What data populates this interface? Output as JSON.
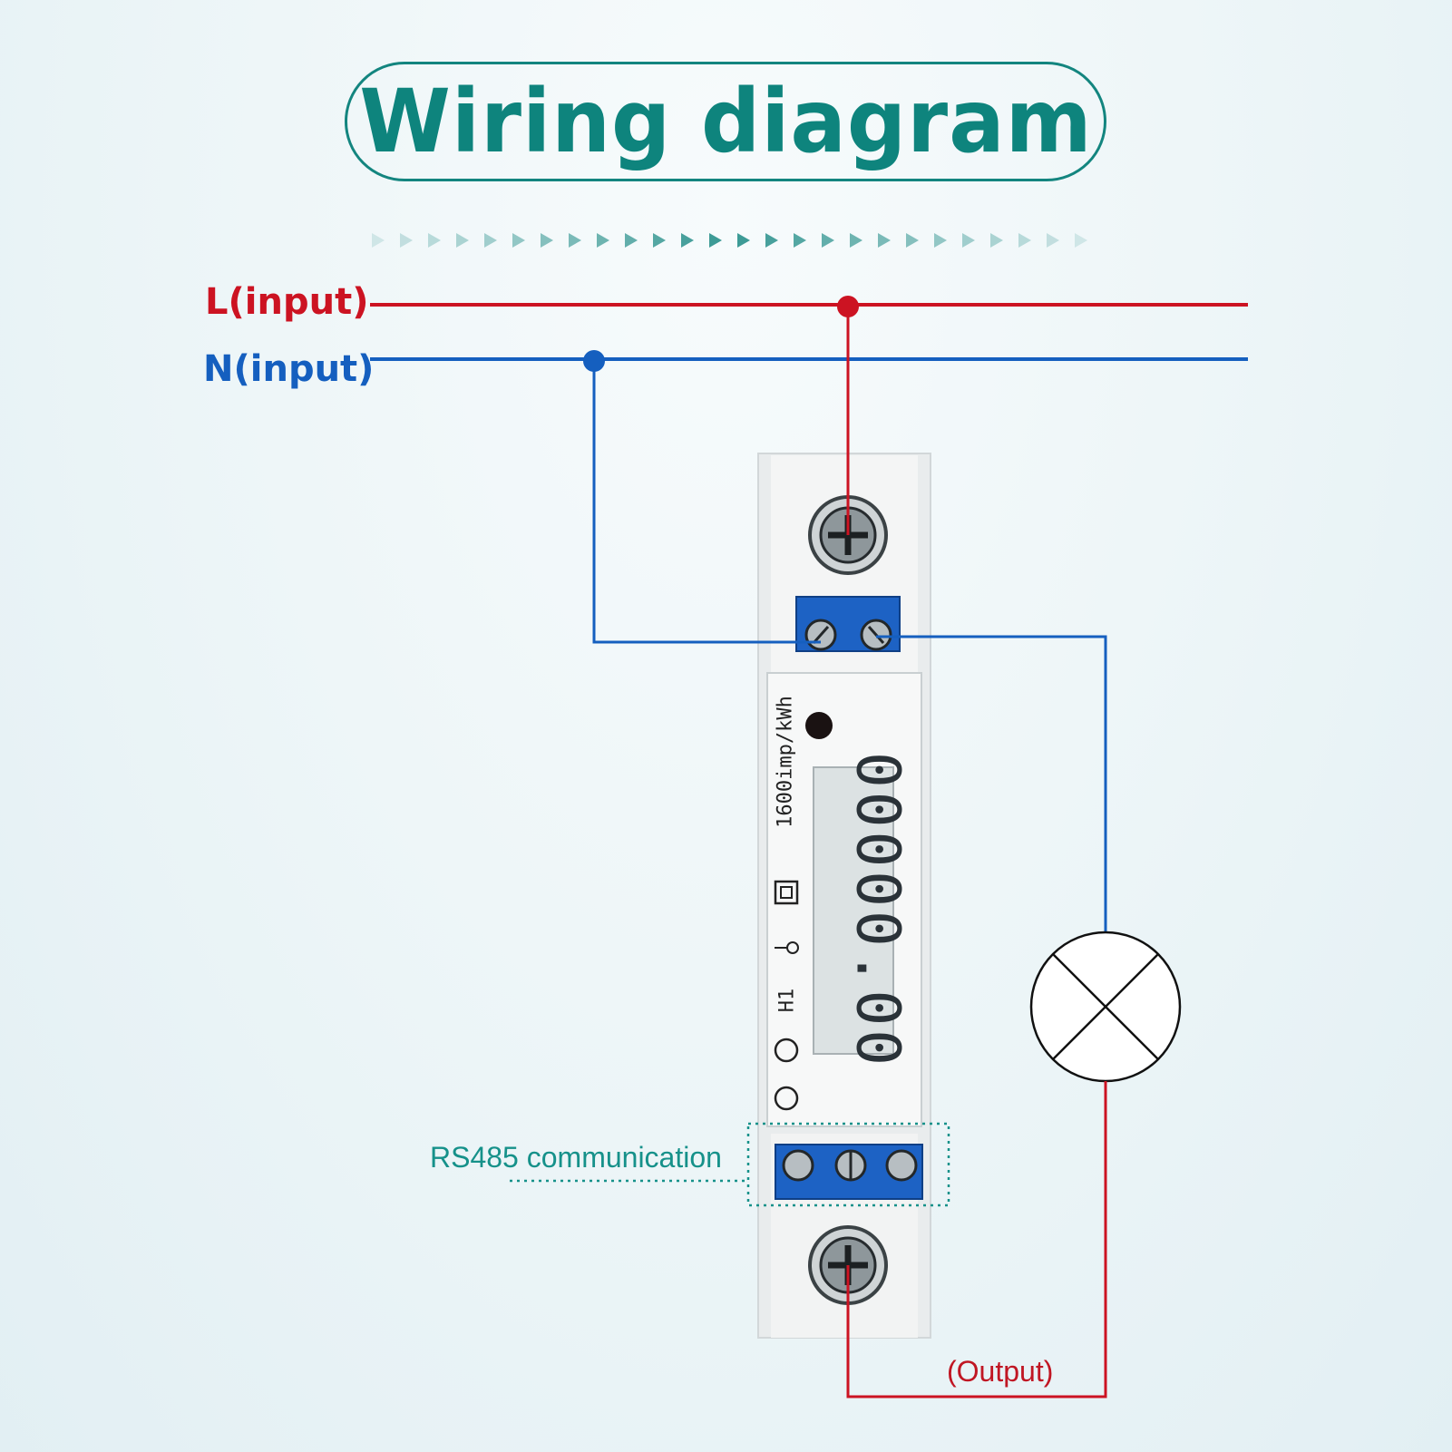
{
  "title": "Wiring diagram",
  "wires": {
    "line_label": "L(input)",
    "neutral_label": "N(input)",
    "line_color": "#cc1322",
    "neutral_color": "#155fbf"
  },
  "meter": {
    "rating": "1600imp/kWh",
    "mark_h1": "H1",
    "display": "00000.00"
  },
  "labels": {
    "rs485": "RS485 communication",
    "output": "(Output)"
  },
  "colors": {
    "accent": "#13857f",
    "terminal_blue": "#1d62c4"
  }
}
